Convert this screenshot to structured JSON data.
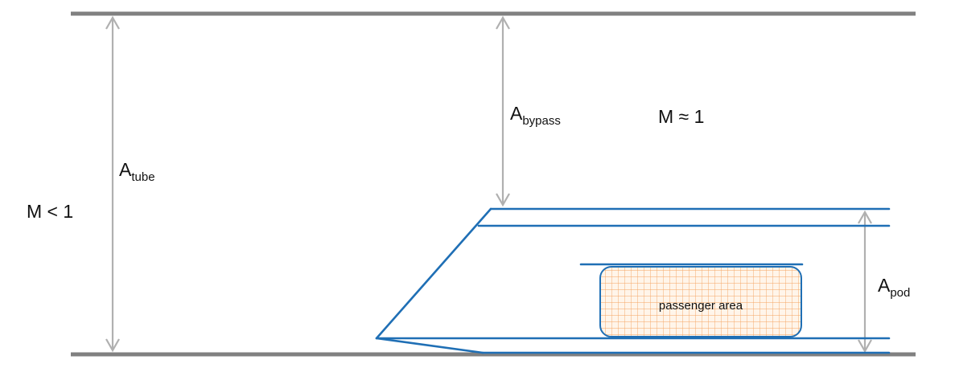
{
  "labels": {
    "mach_outer": "M < 1",
    "mach_bypass": "M ≈ 1",
    "area_tube": {
      "base": "A",
      "sub": "tube"
    },
    "area_bypass": {
      "base": "A",
      "sub": "bypass"
    },
    "area_pod": {
      "base": "A",
      "sub": "pod"
    },
    "passenger_area": "passenger area"
  },
  "colors": {
    "tube_wall": "#808080",
    "arrow": "#b0b0b0",
    "pod": "#1f6fb5",
    "passenger_grid": "#f4a460",
    "passenger_fill": "#fff3e6",
    "text": "#111111"
  }
}
